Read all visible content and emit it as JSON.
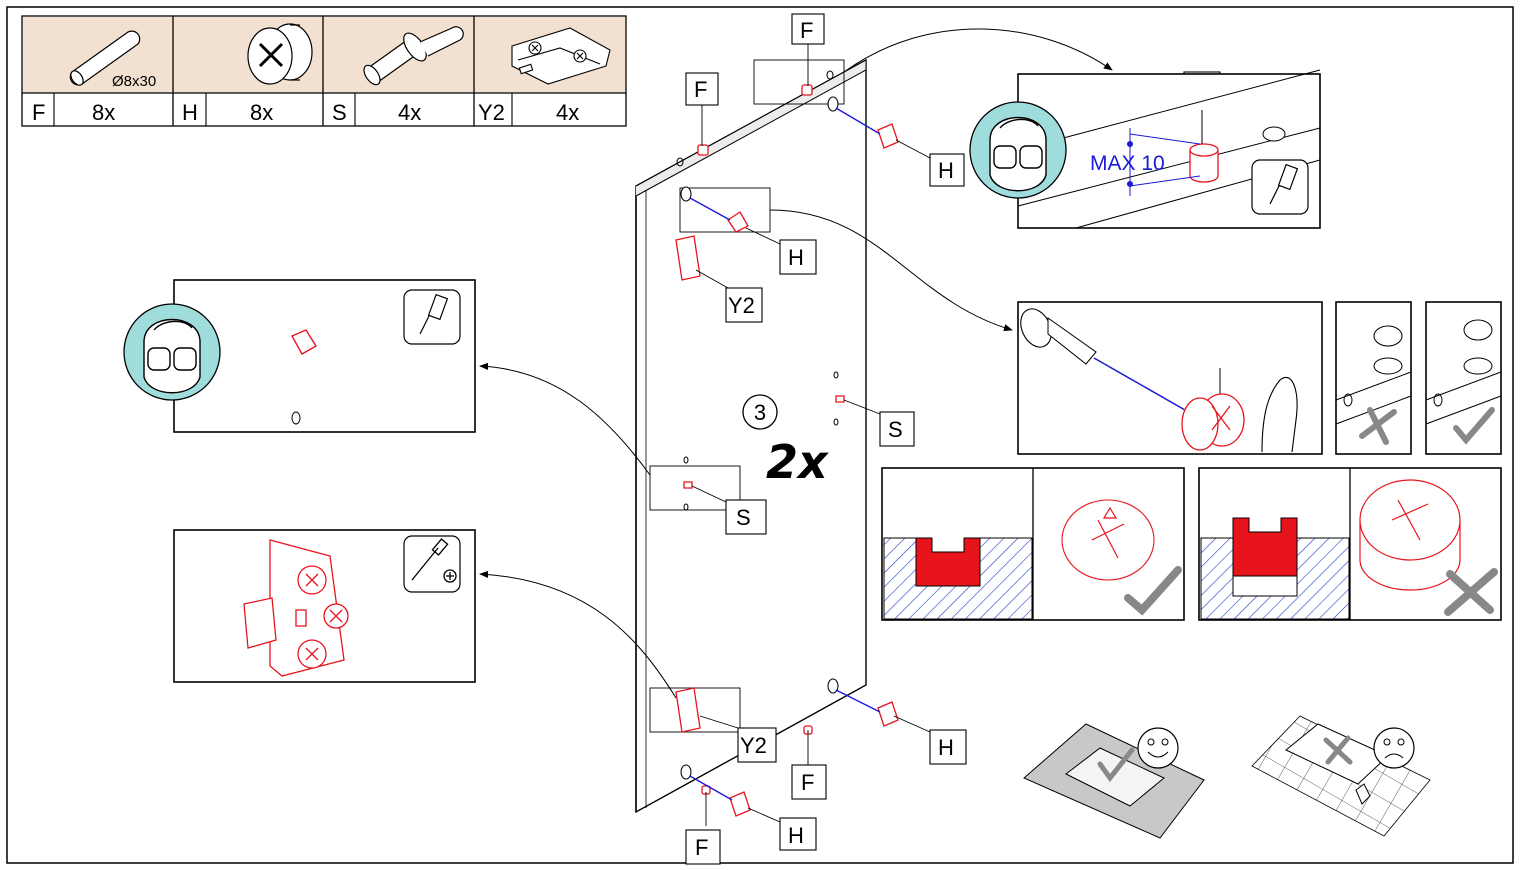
{
  "parts_table": [
    {
      "code": "F",
      "qty": "8x",
      "spec": "Ø8x30"
    },
    {
      "code": "H",
      "qty": "8x",
      "spec": ""
    },
    {
      "code": "S",
      "qty": "4x",
      "spec": ""
    },
    {
      "code": "Y2",
      "qty": "4x",
      "spec": ""
    }
  ],
  "callouts": {
    "f": "F",
    "h": "H",
    "s": "S",
    "y2": "Y2"
  },
  "step": {
    "number": "3",
    "multiplier": "2x"
  },
  "dowel_detail": {
    "max_label": "MAX 10"
  },
  "colors": {
    "accent_red": "#e8141c",
    "line_blue": "#1a1ad6",
    "safety_teal": "#9fdcdc",
    "table_bg": "#f2e0d0",
    "hatch_blue": "#2340c8"
  }
}
